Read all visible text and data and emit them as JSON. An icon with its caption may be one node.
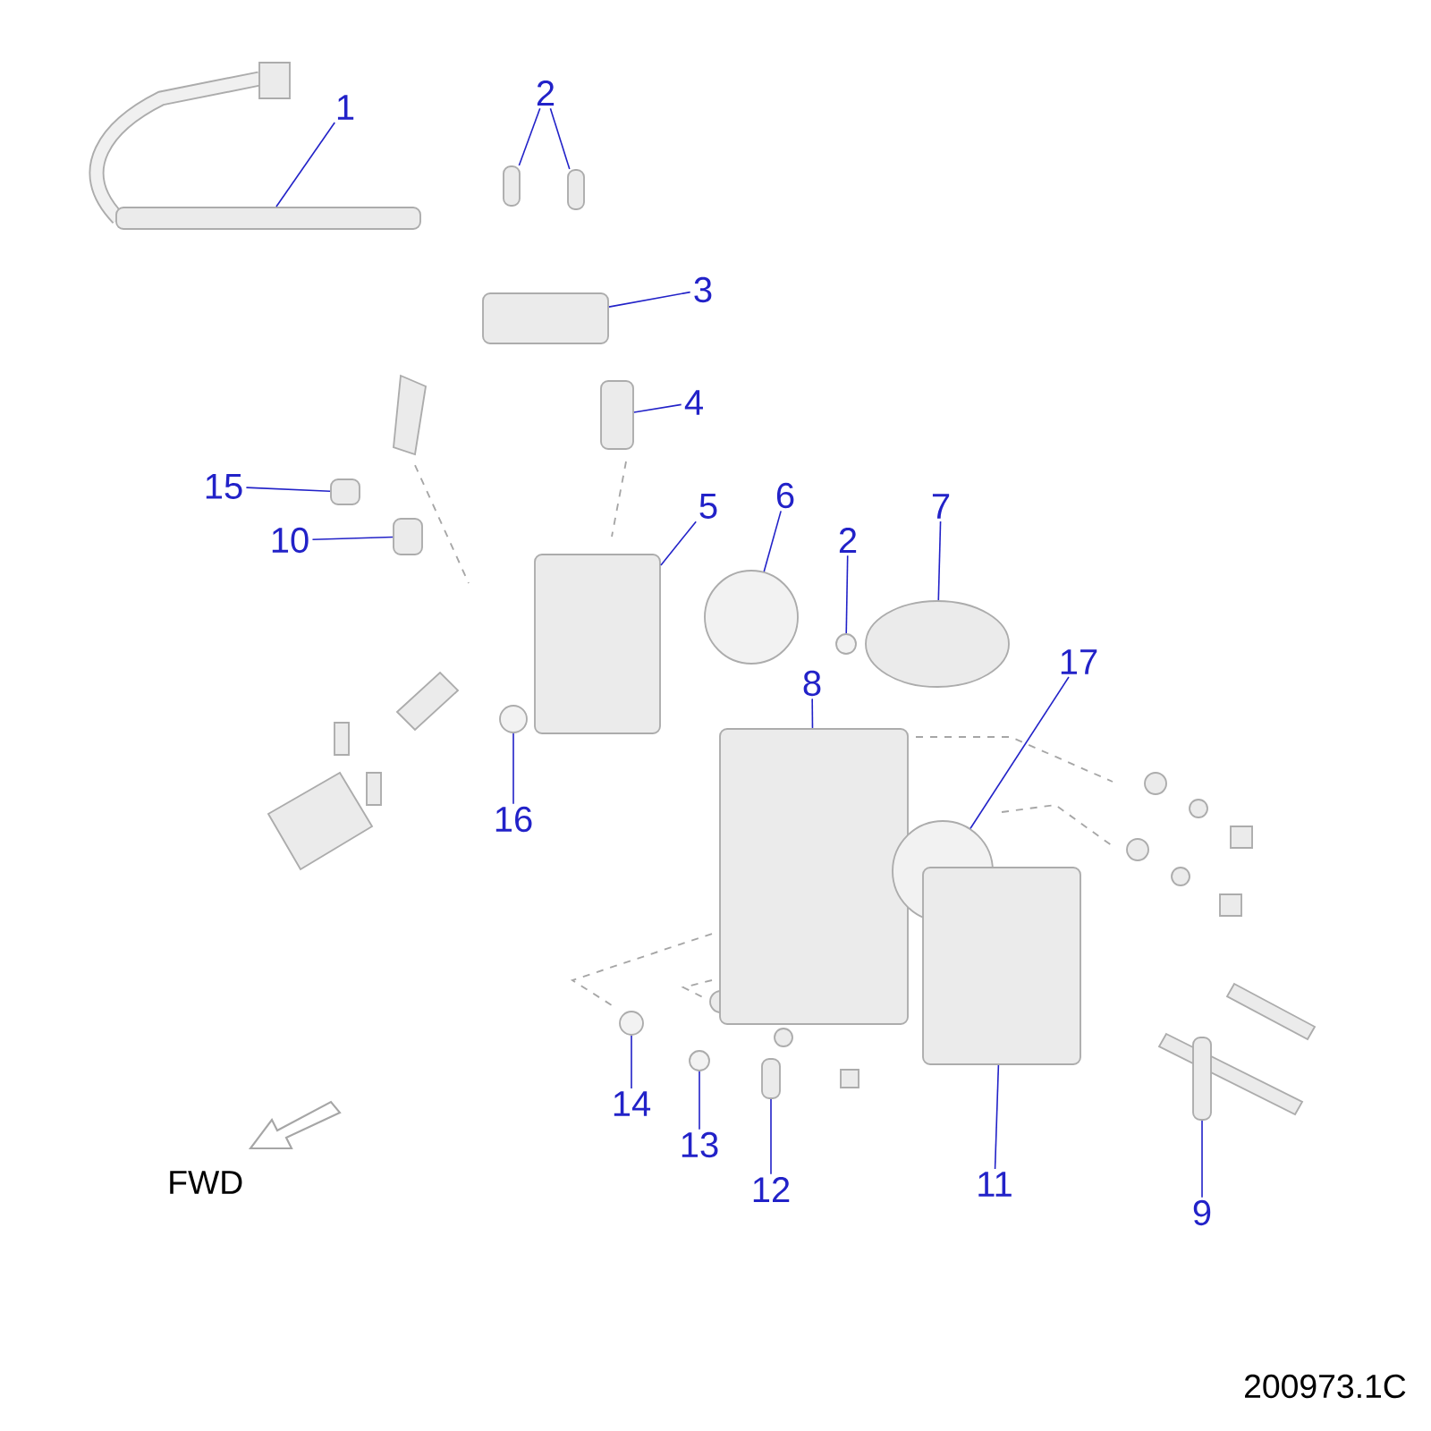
{
  "diagram": {
    "nodes": [
      {
        "text": [
          "1"
        ]
      },
      {
        "text": [],
        "shape": "box"
      },
      {
        "text": [
          "2"
        ]
      },
      {
        "text": [],
        "shape": "box"
      },
      {
        "text": [],
        "shape": "box"
      },
      {
        "text": [
          "3"
        ]
      },
      {
        "text": [],
        "shape": "box"
      },
      {
        "text": [
          "4"
        ]
      },
      {
        "text": [],
        "shape": "box"
      },
      {
        "text": [
          "15"
        ]
      },
      {
        "text": [],
        "shape": "box"
      },
      {
        "text": [
          "10"
        ]
      },
      {
        "text": [],
        "shape": "box"
      },
      {
        "text": [
          "5"
        ]
      },
      {
        "text": [],
        "shape": "box"
      },
      {
        "text": [
          "6"
        ]
      },
      {
        "text": [],
        "shape": "circle"
      },
      {
        "text": [
          "2"
        ]
      },
      {
        "text": [],
        "shape": "circle"
      },
      {
        "text": [
          "7"
        ]
      },
      {
        "text": [],
        "shape": "ellipse"
      },
      {
        "text": [
          "8"
        ]
      },
      {
        "text": [],
        "shape": "box"
      },
      {
        "text": [
          "17"
        ]
      },
      {
        "text": [],
        "shape": "circle"
      },
      {
        "text": [
          "16"
        ]
      },
      {
        "text": [],
        "shape": "circle"
      },
      {
        "text": [
          "14"
        ]
      },
      {
        "text": [],
        "shape": "circle"
      },
      {
        "text": [
          "13"
        ]
      },
      {
        "text": [],
        "shape": "circle"
      },
      {
        "text": [
          "12"
        ]
      },
      {
        "text": [],
        "shape": "box"
      },
      {
        "text": [
          "11"
        ]
      },
      {
        "text": [],
        "shape": "box"
      },
      {
        "text": [
          "9"
        ]
      },
      {
        "text": [],
        "shape": "box"
      }
    ],
    "edges": [
      {
        "from": 0,
        "to": 1,
        "arrow": "none"
      },
      {
        "from": 2,
        "to": 3,
        "arrow": "none"
      },
      {
        "from": 2,
        "to": 4,
        "arrow": "none"
      },
      {
        "from": 5,
        "to": 6,
        "arrow": "none"
      },
      {
        "from": 7,
        "to": 8,
        "arrow": "none"
      },
      {
        "from": 9,
        "to": 10,
        "arrow": "none"
      },
      {
        "from": 11,
        "to": 12,
        "arrow": "none"
      },
      {
        "from": 13,
        "to": 14,
        "arrow": "none"
      },
      {
        "from": 15,
        "to": 16,
        "arrow": "none"
      },
      {
        "from": 17,
        "to": 18,
        "arrow": "none"
      },
      {
        "from": 19,
        "to": 20,
        "arrow": "none"
      },
      {
        "from": 21,
        "to": 22,
        "arrow": "none"
      },
      {
        "from": 23,
        "to": 24,
        "arrow": "none"
      },
      {
        "from": 25,
        "to": 26,
        "arrow": "none"
      },
      {
        "from": 27,
        "to": 28,
        "arrow": "none"
      },
      {
        "from": 29,
        "to": 30,
        "arrow": "none"
      },
      {
        "from": 31,
        "to": 32,
        "arrow": "none"
      },
      {
        "from": 33,
        "to": 34,
        "arrow": "none"
      },
      {
        "from": 35,
        "to": 36,
        "arrow": "none"
      }
    ],
    "labels": [
      "FWD",
      "200973.1C"
    ]
  }
}
